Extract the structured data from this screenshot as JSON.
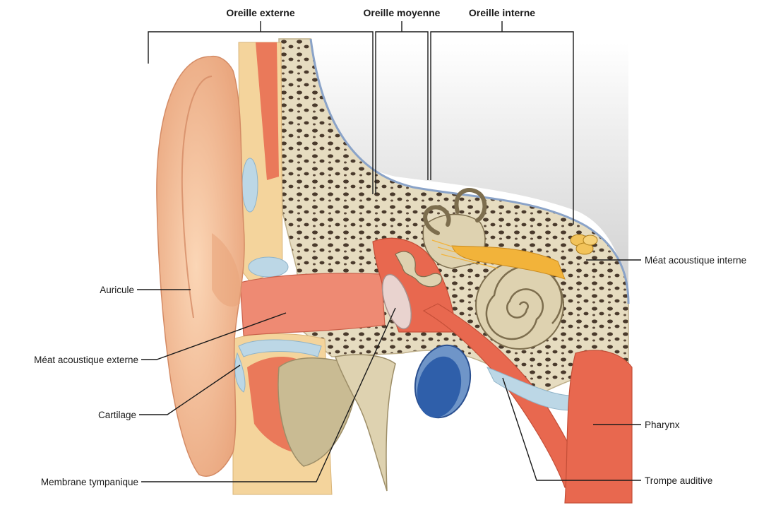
{
  "headers": {
    "outer": "Oreille externe",
    "middle": "Oreille moyenne",
    "inner": "Oreille interne"
  },
  "labels": {
    "auricle": "Auricule",
    "external_meatus": "Méat acoustique externe",
    "cartilage": "Cartilage",
    "tympanic_membrane": "Membrane tympanique",
    "internal_meatus": "Méat acoustique interne",
    "pharynx": "Pharynx",
    "auditory_tube": "Trompe auditive"
  },
  "colors": {
    "skin": "#f6c39c",
    "skin_shade": "#e9a57c",
    "bone": "#e6dcc0",
    "bone_pore": "#4a3a2c",
    "muscle": "#e8684f",
    "cartilage": "#bcd7e6",
    "vessel": "#2f5faa",
    "nerve": "#f2b33a",
    "brain_shadow": "#dcdcdc"
  }
}
